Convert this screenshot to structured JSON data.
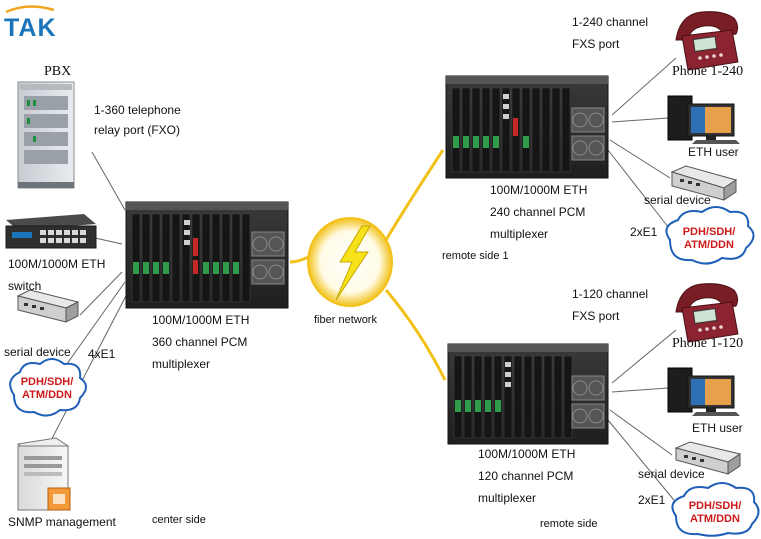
{
  "logo": {
    "text": "TAK",
    "color": "#1b75bb",
    "swoosh_color": "#f2a51f"
  },
  "colors": {
    "fiber": "#f2c21a",
    "link": "#666666",
    "cloud_text": "#cc1a1a",
    "cloud_border": "#1f5fb8",
    "device_body": "#2b2b2b"
  },
  "center": {
    "pbx_label": "PBX",
    "relay_label": [
      "1-360 telephone",
      "relay port (FXO)"
    ],
    "switch_label": [
      "100M/1000M ETH",
      "switch"
    ],
    "serial_label": "serial device",
    "e1_label": "4xE1",
    "cloud_label": [
      "PDH/SDH/",
      "ATM/DDN"
    ],
    "snmp_label": "SNMP management",
    "mux_label": [
      "100M/1000M ETH",
      "360 channel PCM",
      "multiplexer"
    ],
    "side_label": "center side"
  },
  "network": {
    "label": "fiber network",
    "icon": "lightning-bolt-icon"
  },
  "remote1": {
    "fxs_label": [
      "1-240 channel",
      "FXS port"
    ],
    "phone_label": "Phone 1-240",
    "eth_label": "ETH user",
    "serial_label": "serial device",
    "e1_label": "2xE1",
    "cloud_label": [
      "PDH/SDH/",
      "ATM/DDN"
    ],
    "mux_label": [
      "100M/1000M ETH",
      "240 channel PCM",
      "multiplexer"
    ],
    "side_label": "remote side 1"
  },
  "remote2": {
    "fxs_label": [
      "1-120 channel",
      "FXS port"
    ],
    "phone_label": "Phone 1-120",
    "eth_label": "ETH user",
    "serial_label": "serial device",
    "e1_label": "2xE1",
    "cloud_label": [
      "PDH/SDH/",
      "ATM/DDN"
    ],
    "mux_label": [
      "100M/1000M ETH",
      "120 channel PCM",
      "multiplexer"
    ],
    "side_label": "remote side"
  }
}
